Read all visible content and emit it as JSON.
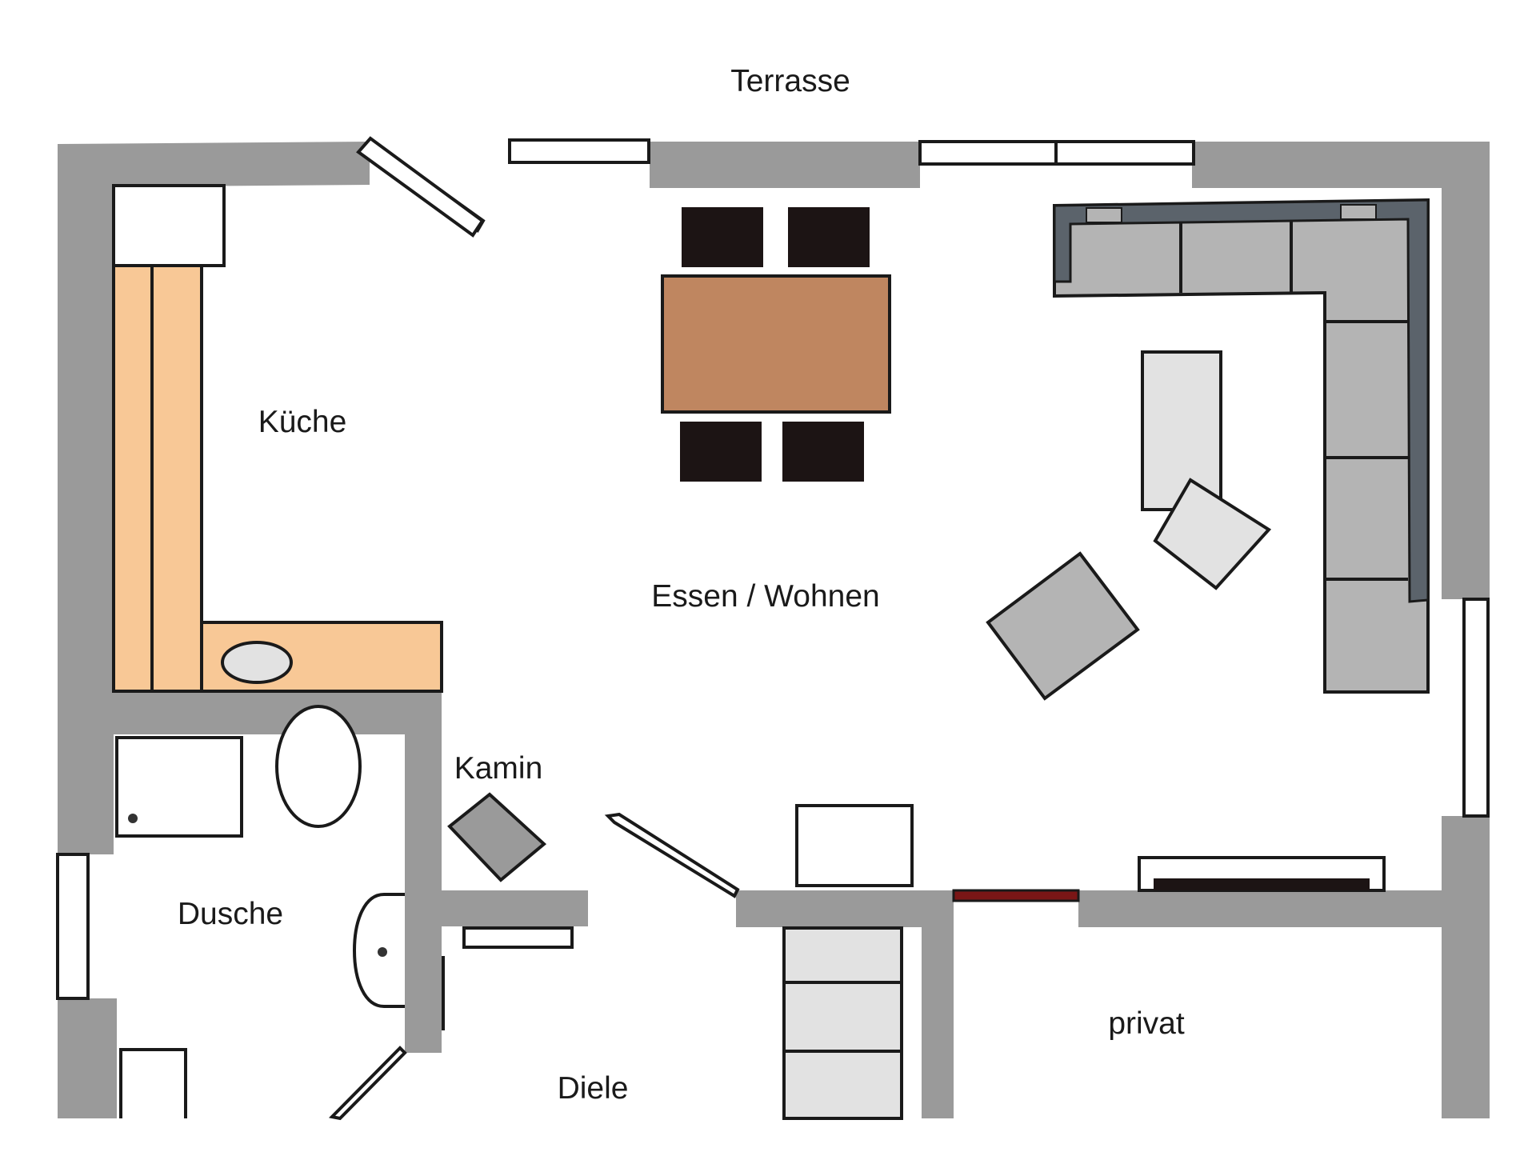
{
  "rooms": {
    "terrasse": "Terrasse",
    "kueche": "Küche",
    "essen_wohnen": "Essen / Wohnen",
    "kamin": "Kamin",
    "dusche": "Dusche",
    "diele": "Diele",
    "privat": "privat"
  },
  "colors": {
    "wall": "#9a9a9a",
    "counter": "#f8c896",
    "dining_table": "#bf8660",
    "chair": "#1c1414",
    "sofa": "#b4b4b4",
    "sofa_back": "#5b636b",
    "light_furniture": "#e2e2e2",
    "door_accent": "#7a1616"
  }
}
